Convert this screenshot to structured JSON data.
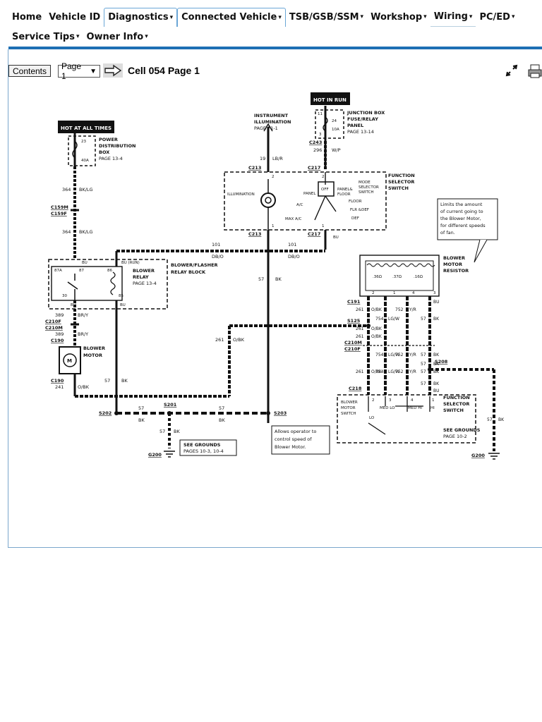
{
  "nav": {
    "row1": [
      {
        "label": "Home",
        "caret": false
      },
      {
        "label": "Vehicle ID",
        "caret": false
      },
      {
        "label": "Diagnostics",
        "caret": true
      },
      {
        "label": "Connected Vehicle",
        "caret": true
      },
      {
        "label": "TSB/GSB/SSM",
        "caret": true
      },
      {
        "label": "Workshop",
        "caret": true
      },
      {
        "label": "Wiring",
        "caret": true
      },
      {
        "label": "PC/ED",
        "caret": true
      }
    ],
    "row2": [
      {
        "label": "Service Tips",
        "caret": true
      },
      {
        "label": "Owner Info",
        "caret": true
      }
    ],
    "caret_glyph": "▾"
  },
  "toolbar": {
    "contents_label": "Contents",
    "page_select": "Page 1",
    "title": "Cell 054 Page 1"
  },
  "colors": {
    "accent": "#1e6fb4"
  },
  "diagram": {
    "hot_at_all_times": "HOT AT ALL TIMES",
    "hot_in_run": "HOT IN RUN",
    "pdb_l1": "POWER",
    "pdb_l2": "DISTRIBUTION",
    "pdb_l3": "BOX",
    "pdb_l4": "PAGE 13-4",
    "pdb_f1": "23",
    "pdb_f2": "40A",
    "jb_l1": "JUNCTION BOX",
    "jb_l2": "FUSE/RELAY",
    "jb_l3": "PANEL",
    "jb_l4": "PAGE 13-14",
    "jb_f1": "11",
    "jb_f2": "24",
    "jb_f3": "10A",
    "jb_f4": "3",
    "inst_l1": "INSTRUMENT",
    "inst_l2": "ILLUMINATION",
    "inst_l3": "PAGE 71-1",
    "c159m": "C159M",
    "c159f": "C159F",
    "w364a": "364",
    "c364a": "BK/LG",
    "w364b": "364",
    "c364b": "BK/LG",
    "w19": "19",
    "c19": "LB/R",
    "c213a": "C213",
    "c213b": "C213",
    "c243": "C243",
    "w296": "296",
    "c296": "W/P",
    "c217a": "C217",
    "c217b": "C217",
    "fss_l1": "FUNCTION",
    "fss_l2": "SELECTOR",
    "fss_l3": "SWITCH",
    "illum": "ILLUMINATION",
    "panel": "PANEL",
    "off": "OFF",
    "pf": "PANEL&",
    "floor1": "FLOOR",
    "mode1": "MODE",
    "mode2": "SELECTOR",
    "mode3": "SWITCH",
    "floor": "FLOOR",
    "flrdef": "FLR &DEF",
    "def": "DEF",
    "ac": "A/C",
    "maxac": "MAX A/C",
    "p2": "2",
    "p1": "1",
    "pin2b": "2",
    "pin1b": "1",
    "bu": "BU",
    "w101a": "101",
    "c101a": "DB/O",
    "w101b": "101",
    "c101b": "DB/O",
    "relayblk_l1": "BLOWER/FLASHER",
    "relayblk_l2": "RELAY BLOCK",
    "br_l1": "BLOWER",
    "br_l2": "RELAY",
    "br_l3": "PAGE 13-4",
    "p87a": "87A",
    "p87": "87",
    "p86": "86",
    "p30": "30",
    "p85": "85",
    "pbu": "BU",
    "pburun": "BU (RUN)",
    "bu2": "BU",
    "bu3": "BU",
    "w57a": "57",
    "c57a": "BK",
    "w389a": "389",
    "c389a": "BR/Y",
    "c210f": "C210F",
    "c210m": "C210M",
    "w389b": "389",
    "c389b": "BR/Y",
    "c190a": "C190",
    "bm_l1": "BLOWER",
    "bm_l2": "MOTOR",
    "m": "M",
    "c190b": "C190",
    "w241": "241",
    "c241": "O/BK",
    "w57b": "57",
    "c57b": "BK",
    "w261a": "261",
    "c261a": "O/BK",
    "s202": "S202",
    "s201": "S201",
    "s203": "S203",
    "w57c": "57",
    "c57c": "BK",
    "w57d": "57",
    "c57d": "BK",
    "w57e": "57",
    "c57e": "BK",
    "g200a": "G200",
    "g200b": "G200",
    "sg1_l1": "SEE GROUNDS",
    "sg1_l2": "PAGES 10-3, 10-4",
    "callout1_l1": "Limits the amount",
    "callout1_l2": "of current going to",
    "callout1_l3": "the Blower Motor,",
    "callout1_l4": "for different speeds",
    "callout1_l5": "of fan.",
    "bmr_l1": "BLOWER",
    "bmr_l2": "MOTOR",
    "bmr_l3": "RESISTOR",
    "r1": ".36Ω",
    "r2": ".37Ω",
    "r3": ".16Ω",
    "rp2": "2",
    "rp1": "1",
    "rp4": "4",
    "rp3": "3",
    "c191": "C191",
    "s125": "S125",
    "c210m2": "C210M",
    "c210f2": "C210F",
    "s208": "S208",
    "c218": "C218",
    "w261b": "261",
    "c261b": "O/BK",
    "w754a": "754",
    "c754a": "LG/W",
    "w752a": "752",
    "c752a": "Y/R",
    "w57f": "57",
    "c57f": "BK",
    "w261c": "261",
    "c261c": "O/BK",
    "w261d": "261",
    "c261d": "O/BK",
    "w754b": "754",
    "c754b": "LG/W",
    "w752b": "752",
    "c752b": "Y/R",
    "w57g": "57",
    "c57g": "BK",
    "w261e": "261",
    "c261e": "O/BK",
    "w754c": "754",
    "c754c": "LG/W",
    "w752c": "752",
    "c752c": "Y/R",
    "w57h": "57",
    "c57h": "BK",
    "w57i": "57",
    "c57i": "BK",
    "w57j": "57",
    "c57j": "BK",
    "w57k": "57",
    "c57k": "BK",
    "bu4": "BU",
    "bu5": "BU",
    "bms_l1": "BLOWER",
    "bms_l2": "MOTOR",
    "bms_l3": "SWITCH",
    "med_lo": "MED LO",
    "med_hi": "MED HI",
    "lo": "LO",
    "hi": "HI",
    "sp2": "2",
    "sp3": "3",
    "sp4": "4",
    "sp1": "1",
    "fss2_l1": "FUNCTION",
    "fss2_l2": "SELECTOR",
    "fss2_l3": "SWITCH",
    "sg2_l1": "SEE GROUNDS",
    "sg2_l2": "PAGE 10-2",
    "callout2_l1": "Allows operator to",
    "callout2_l2": "control speed of",
    "callout2_l3": "Blower Motor."
  }
}
